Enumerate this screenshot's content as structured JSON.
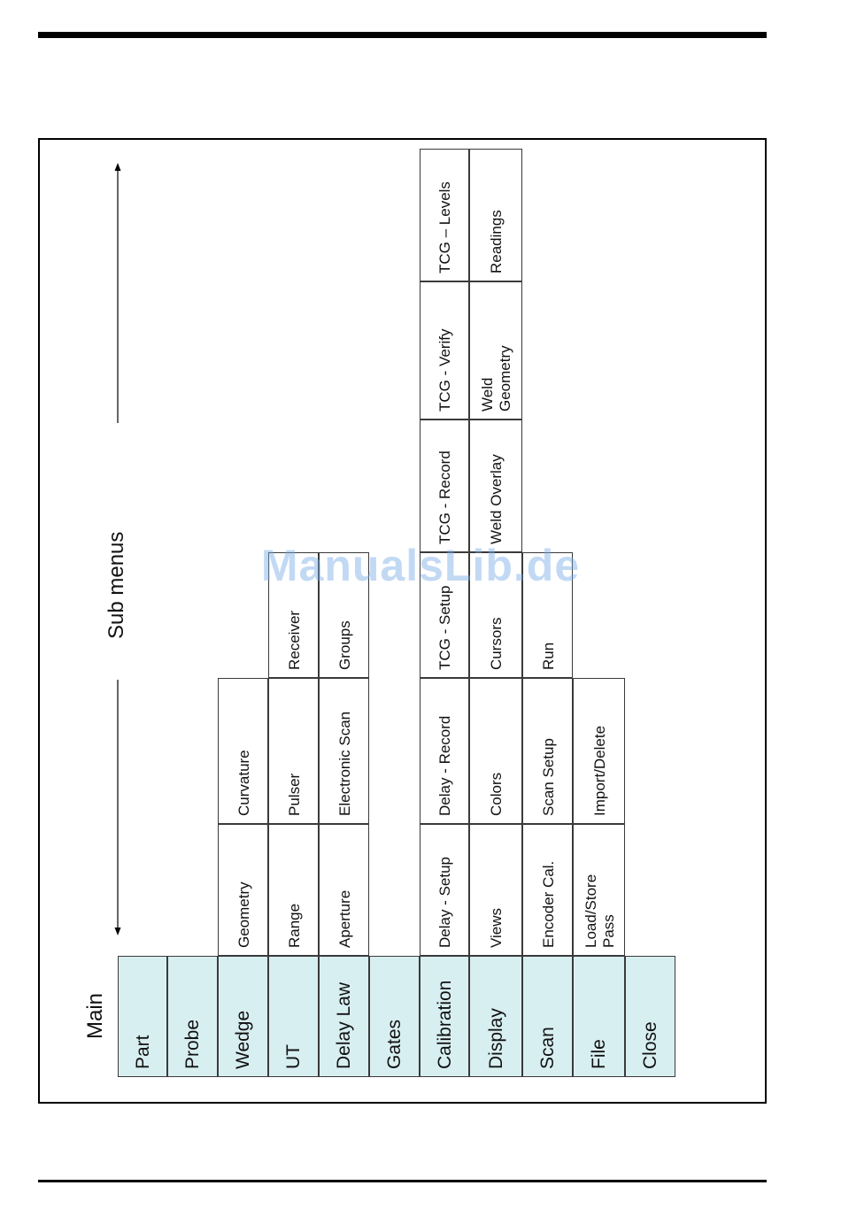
{
  "headings": {
    "main": "Main",
    "sub_menus": "Sub menus"
  },
  "main_menu": [
    "Part",
    "Probe",
    "Wedge",
    "UT",
    "Delay Law",
    "Gates",
    "Calibration",
    "Display",
    "Scan",
    "File",
    "Close"
  ],
  "sub_menus": {
    "wedge": [
      "Geometry",
      "Curvature"
    ],
    "ut": [
      "Range",
      "Pulser",
      "Receiver"
    ],
    "delay_law": [
      "Aperture",
      "Electronic Scan",
      "Groups"
    ],
    "calibration": [
      "Delay - Setup",
      "Delay - Record",
      "TCG - Setup",
      "TCG - Record",
      "TCG - Verify",
      "TCG – Levels"
    ],
    "display": [
      "Views",
      "Colors",
      "Cursors",
      "Weld Overlay",
      "Weld\nGeometry",
      "Readings"
    ],
    "scan": [
      "Encoder Cal.",
      "Scan Setup",
      "Run"
    ],
    "file": [
      "Load/Store\nPass",
      "Import/Delete"
    ]
  },
  "watermark": "ManualsLib.de",
  "colors": {
    "main_cell_fill": "#d8eff2",
    "border": "#3a3a3a",
    "watermark": "#78aae6"
  }
}
